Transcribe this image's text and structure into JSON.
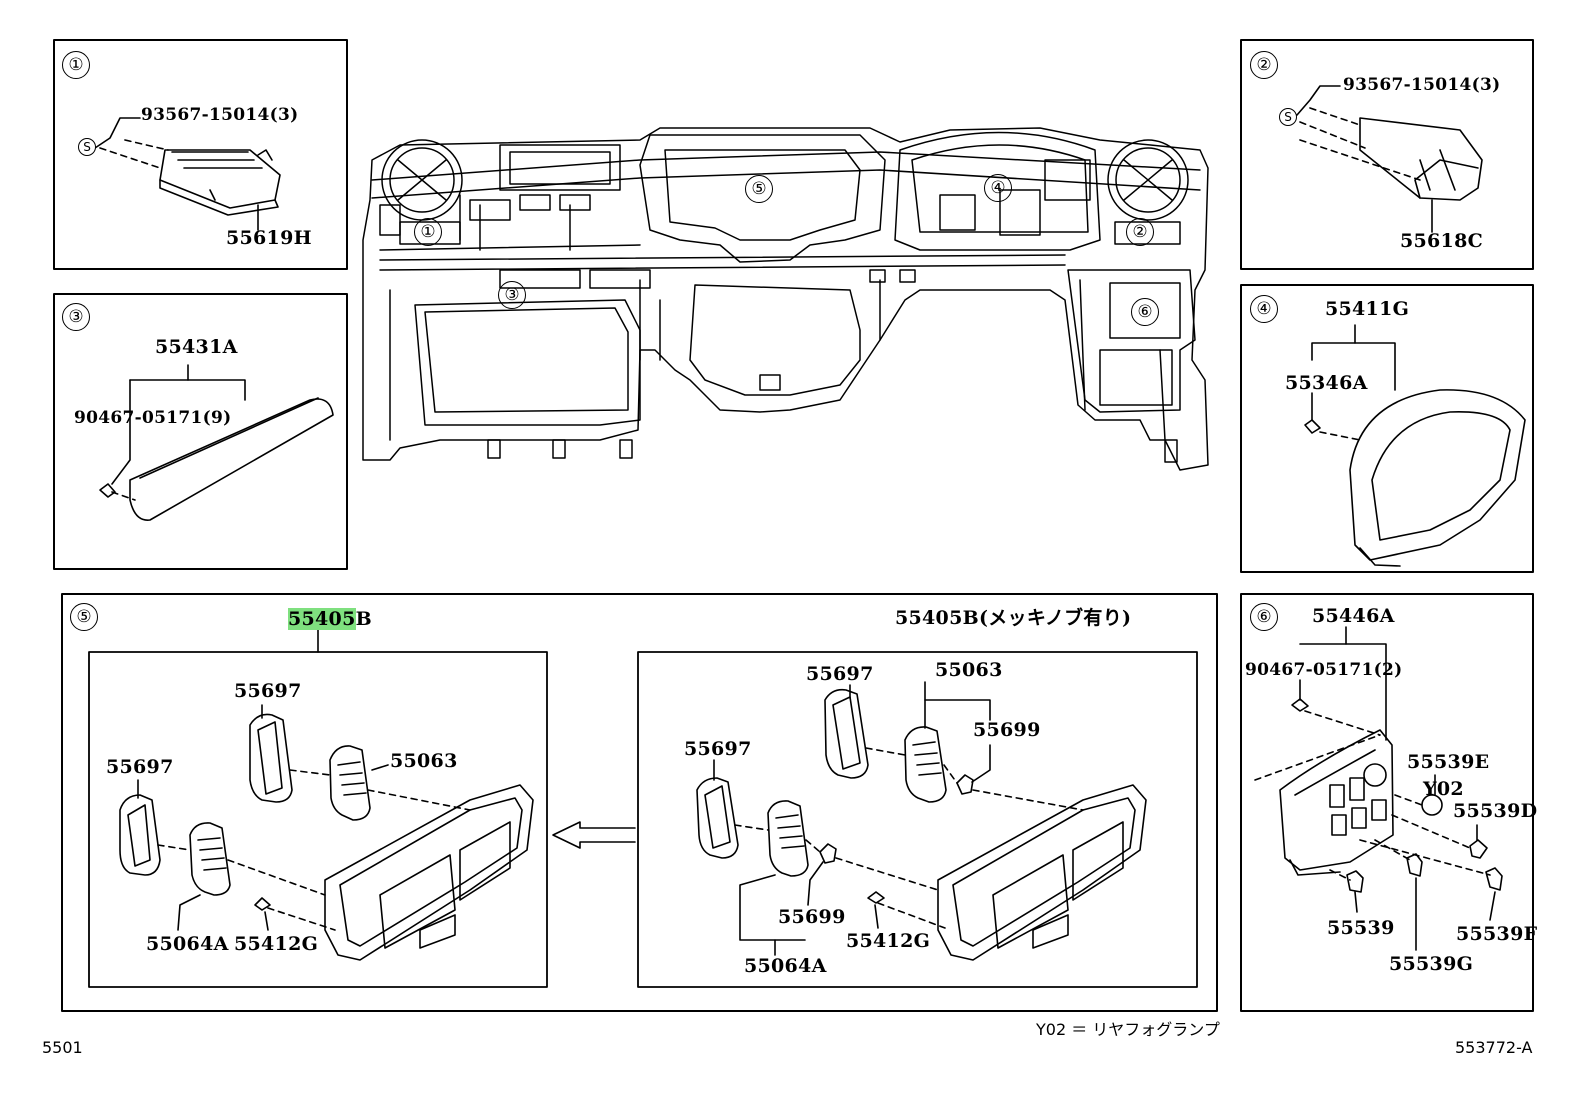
{
  "callouts": {
    "c1": "①",
    "c2": "②",
    "c3": "③",
    "c4": "④",
    "c5": "⑤",
    "c6": "⑥",
    "s": "S"
  },
  "panel1": {
    "bolt": "93567-15014(3)",
    "part": "55619H"
  },
  "panel2": {
    "bolt": "93567-15014(3)",
    "part": "55618C"
  },
  "panel3": {
    "assembly": "55431A",
    "clip": "90467-05171(9)"
  },
  "panel4": {
    "assembly": "55411G",
    "clip": "55346A"
  },
  "panel5": {
    "left_assembly_prefix": "55405",
    "left_assembly_suffix": "B",
    "right_assembly": "55405B(メッキノブ有り)",
    "left": {
      "frame_a": "55697",
      "frame_b": "55697",
      "vent_a": "55063",
      "vent_b": "55064A",
      "clip": "55412G"
    },
    "right": {
      "frame_a": "55697",
      "frame_b": "55697",
      "vent_a": "55063",
      "knob_a": "55699",
      "knob_b": "55699",
      "vent_b": "55064A",
      "clip": "55412G"
    }
  },
  "panel6": {
    "assembly": "55446A",
    "clip": "90467-05171(2)",
    "p1": "55539E",
    "p2": "Y02",
    "p3": "55539D",
    "p4": "55539",
    "p5": "55539G",
    "p6": "55539F"
  },
  "footer": {
    "left_code": "5501",
    "note": "Y02 ＝ リヤフォグランプ",
    "right_code": "553772-A"
  }
}
